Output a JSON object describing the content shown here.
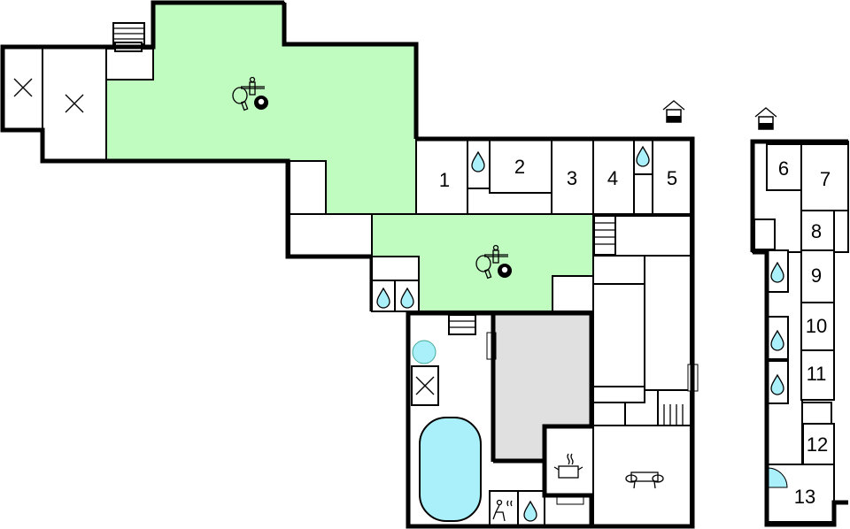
{
  "rooms": [
    {
      "label": "1"
    },
    {
      "label": "2"
    },
    {
      "label": "3"
    },
    {
      "label": "4"
    },
    {
      "label": "5"
    },
    {
      "label": "6"
    },
    {
      "label": "7"
    },
    {
      "label": "8"
    },
    {
      "label": "9"
    },
    {
      "label": "10"
    },
    {
      "label": "11"
    },
    {
      "label": "12"
    },
    {
      "label": "13"
    }
  ],
  "icons": {
    "game_room": [
      "table-football-icon",
      "table-tennis-icon",
      "billiard-ball-icon"
    ],
    "billiard_ball_number": "8",
    "bathroom": "water-drop-icon",
    "entrance": "entrance-house-icon",
    "sauna": "sauna-icon",
    "kitchen": "cooking-pot-icon",
    "living": "sofa-icon",
    "storage": "cross-box-icon",
    "pool": "pool-icon",
    "whirlpool": "whirlpool-icon",
    "stairs": "stairs-icon"
  },
  "colors": {
    "game_room": "#c0fcc0",
    "pool_area": "#e0e0e0",
    "water": "#aaf0fa",
    "walls": "#000000"
  }
}
